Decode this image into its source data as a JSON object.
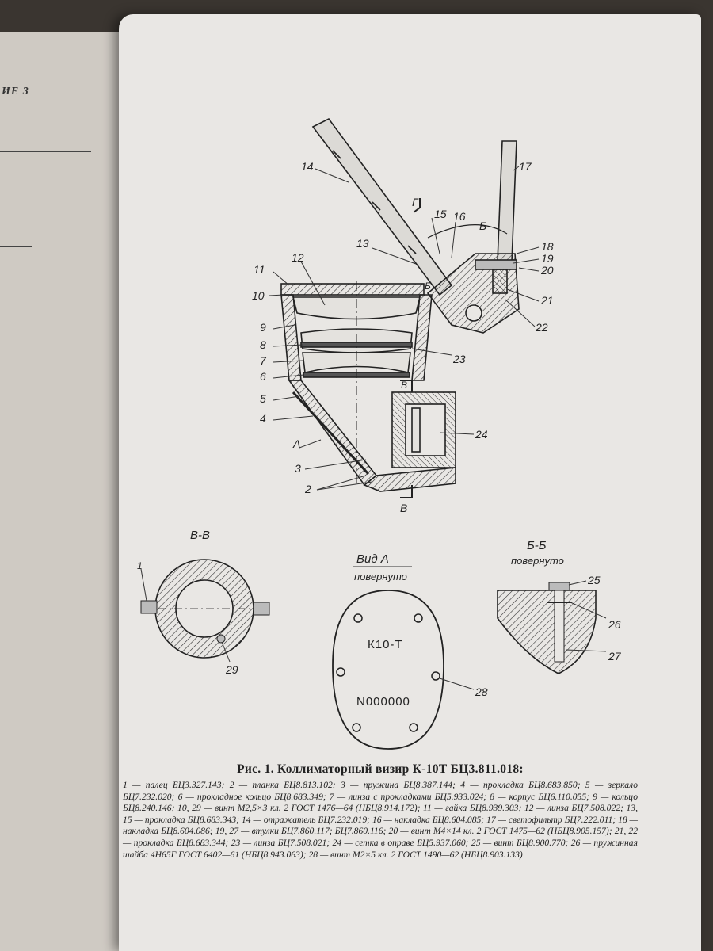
{
  "left_page": {
    "header": "ИЕ 3"
  },
  "figure": {
    "labels": [
      "1",
      "2",
      "3",
      "4",
      "5",
      "6",
      "7",
      "8",
      "9",
      "10",
      "11",
      "12",
      "13",
      "14",
      "15",
      "16",
      "17",
      "18",
      "19",
      "20",
      "21",
      "22",
      "23",
      "24",
      "25",
      "26",
      "27",
      "28",
      "29"
    ],
    "section_marks": {
      "g": "Г",
      "b": "Б",
      "v": "В",
      "a": "А"
    },
    "views": {
      "vv_title": "В-В",
      "vida_title": "Вид А",
      "vida_sub": "повернуто",
      "bb_title": "Б-Б",
      "bb_sub": "повернуто"
    },
    "plate": {
      "model": "К10-Т",
      "serial": "N000000"
    }
  },
  "caption": {
    "title": "Рис. 1. Коллиматорный визир К-10Т БЦ3.811.018:",
    "body": "1 — палец БЦ3.327.143; 2 — планка БЦ8.813.102; 3 — пружина БЦ8.387.144; 4 — прокладка БЦ8.683.850; 5 — зеркало БЦ7.232.020; 6 — прокладное кольцо БЦ8.683.349; 7 — линза с прокладками БЦ5.933.024; 8 — корпус БЦ6.110.055; 9 — кольцо БЦ8.240.146; 10, 29 — винт М2,5×3 кл. 2 ГОСТ 1476—64 (НБЦ8.914.172); 11 — гайка БЦ8.939.303; 12 — линза БЦ7.508.022; 13, 15 — прокладка БЦ8.683.343; 14 — отражатель БЦ7.232.019; 16 — накладка БЦ8.604.085; 17 — светофильтр БЦ7.222.011; 18 — накладка БЦ8.604.086; 19, 27 — втулки БЦ7.860.117; БЦ7.860.116; 20 — винт М4×14 кл. 2 ГОСТ 1475—62 (НБЦ8.905.157); 21, 22 — прокладка БЦ8.683.344; 23 — линза БЦ7.508.021; 24 — сетка в оправе БЦ5.937.060; 25 — винт БЦ8.900.770; 26 — пружинная шайба 4Н65Г ГОСТ 6402—61 (НБЦ8.943.063); 28 — винт М2×5 кл. 2 ГОСТ 1490—62 (НБЦ8.903.133)"
  }
}
